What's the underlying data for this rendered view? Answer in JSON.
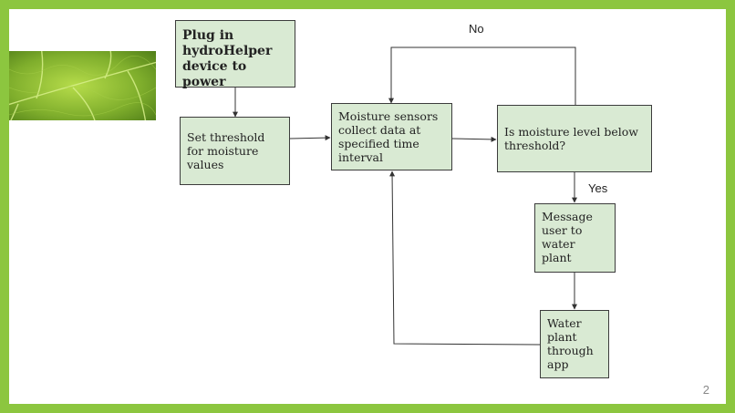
{
  "nodes": {
    "plug_in": "Plug in hydroHelper device to power",
    "set_threshold": "Set threshold for moisture values",
    "sensors_collect": "Moisture sensors collect data at specified time interval",
    "is_below": "Is moisture level below threshold?",
    "message_user": "Message user to water plant",
    "water_plant": "Water plant through app"
  },
  "edge_labels": {
    "no": "No",
    "yes": "Yes"
  },
  "slide_number": "2",
  "colors": {
    "frame_green": "#8cc63f",
    "node_fill": "#d9ead3",
    "node_border": "#3c3c3c"
  },
  "icons": {
    "leaf": "leaf-photo-icon"
  }
}
